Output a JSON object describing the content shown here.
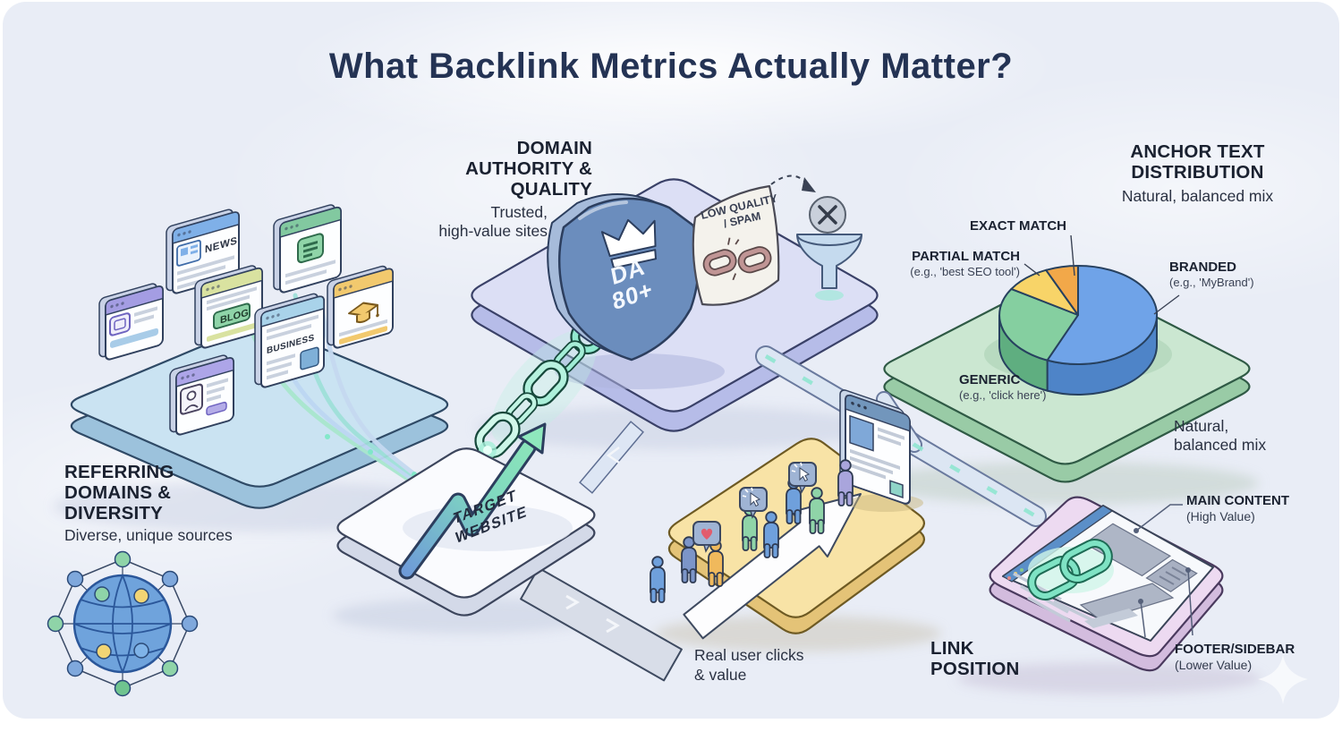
{
  "title": "What Backlink Metrics Actually Matter?",
  "referring": {
    "heading": "REFERRING\nDOMAINS &\nDIVERSITY",
    "subtitle": "Diverse, unique sources",
    "windows": {
      "news": "NEWS",
      "blog": "BLOG",
      "business": "BUSINESS"
    }
  },
  "authority": {
    "heading": "DOMAIN\nAUTHORITY &\nQUALITY",
    "subtitle": "Trusted,\nhigh-value sites",
    "shield": "DA\n80+",
    "spam": "LOW QUALITY\n/ SPAM"
  },
  "anchor": {
    "heading": "ANCHOR TEXT\nDISTRIBUTION",
    "subtitle": "Natural, balanced mix",
    "note": "Natural,\nbalanced mix",
    "exact": "EXACT MATCH",
    "partial": "PARTIAL MATCH",
    "partial_eg": "(e.g., 'best SEO tool')",
    "branded": "BRANDED",
    "branded_eg": "(e.g., 'MyBrand')",
    "generic": "GENERIC",
    "generic_eg": "(e.g., 'click here')"
  },
  "target": {
    "label": "TARGET\nWEBSITE"
  },
  "clicks": {
    "caption": "Real user clicks\n& value"
  },
  "position": {
    "heading": "LINK\nPOSITION",
    "main": "MAIN CONTENT",
    "main_sub": "(High Value)",
    "footer": "FOOTER/SIDEBAR",
    "footer_sub": "(Lower Value)"
  },
  "chart_data": {
    "type": "pie",
    "title": "Anchor Text Distribution",
    "labels": [
      "Branded",
      "Generic",
      "Partial Match",
      "Exact Match"
    ],
    "values": [
      56,
      28,
      9,
      7
    ],
    "unit": "%",
    "colors": [
      "#6FA3E8",
      "#85CFA0",
      "#F8D468",
      "#F2A849"
    ],
    "legend_position": "around"
  }
}
